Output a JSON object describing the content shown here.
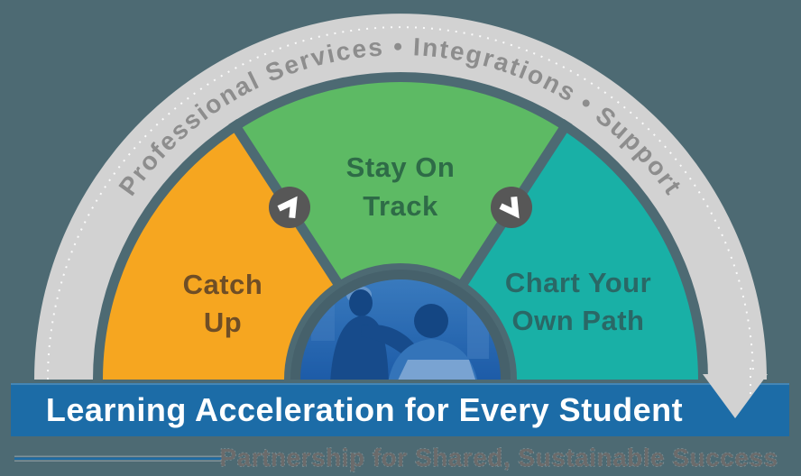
{
  "palette": {
    "background": "#4d6a73",
    "arch_band": "#d2d2d2",
    "arch_text": "#8d8d8d",
    "segment_orange": "#f6a620",
    "segment_green": "#5dba64",
    "segment_teal": "#19b0a6",
    "connector_circle": "#575757",
    "banner_blue": "#1c6ca7",
    "photo_tint": "#1b5fae",
    "footer_text": "#6b6b6b"
  },
  "arch": {
    "label": "Professional Services  •  Integrations  •  Support"
  },
  "segments": [
    {
      "id": "catch-up",
      "label_lines": [
        "Catch",
        "Up"
      ]
    },
    {
      "id": "stay-on-track",
      "label_lines": [
        "Stay On",
        "Track"
      ]
    },
    {
      "id": "chart-your-own-path",
      "label_lines": [
        "Chart Your",
        "Own Path"
      ]
    }
  ],
  "connectors": [
    {
      "id": "left",
      "icon": "chevron-up-right-icon"
    },
    {
      "id": "right",
      "icon": "chevron-down-right-icon"
    }
  ],
  "center_image": {
    "description": "blue-tinted photo of a teacher helping a student on a laptop"
  },
  "banner": {
    "title": "Learning Acceleration for Every Student"
  },
  "footer": {
    "tagline": "Partnership for Shared, Sustainable Success"
  }
}
